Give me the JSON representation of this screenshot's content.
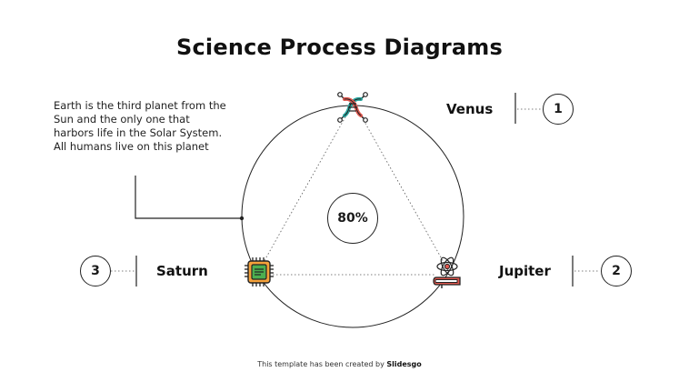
{
  "title": "Science Process Diagrams",
  "description": "Earth is the third planet from the Sun and the only one that harbors life in the Solar System. All humans live on this planet",
  "center": {
    "percent": "80%"
  },
  "nodes": [
    {
      "label": "Venus",
      "number": "1",
      "icon": "dna-icon"
    },
    {
      "label": "Jupiter",
      "number": "2",
      "icon": "atom-book-icon"
    },
    {
      "label": "Saturn",
      "number": "3",
      "icon": "microchip-icon"
    }
  ],
  "footer": {
    "prefix": "This template has been created by",
    "brand": "Slidesgo"
  },
  "colors": {
    "teal": "#2aa7a0",
    "red": "#e0584f",
    "orange": "#f4a13a",
    "green": "#4caf50",
    "stroke": "#222222"
  }
}
